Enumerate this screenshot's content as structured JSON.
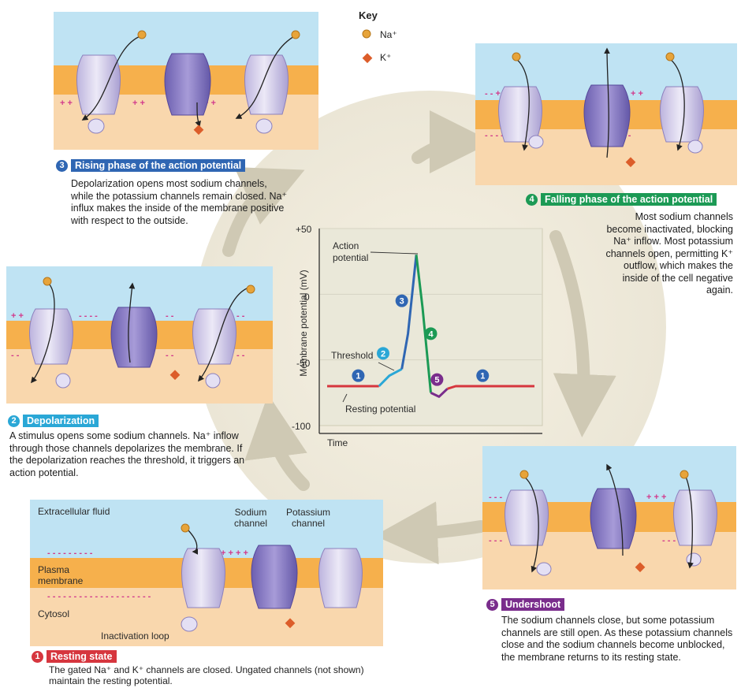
{
  "key": {
    "title": "Key",
    "na": "Na⁺",
    "k": "K⁺"
  },
  "colors": {
    "na": "#e7a43a",
    "k": "#dc5d2a",
    "rest": "#d6363e",
    "depol": "#2aa7d6",
    "rise": "#2f66b3",
    "fall": "#1c9a55",
    "under": "#7a2d8c"
  },
  "panels": {
    "rising": {
      "num": "3",
      "title": "Rising phase of the action potential",
      "text": "Depolarization opens most sodium channels, while the potassium channels remain closed. Na⁺ influx makes the inside of the membrane positive with respect to the outside."
    },
    "falling": {
      "num": "4",
      "title": "Falling phase of the action potential",
      "text": "Most sodium channels become inactivated, blocking Na⁺ inflow. Most potassium channels open, permitting K⁺ outflow, which makes the inside of the cell negative again."
    },
    "depol": {
      "num": "2",
      "title": "Depolarization",
      "text": "A stimulus opens some sodium channels. Na⁺ inflow through those channels depolarizes the membrane. If the depolarization reaches the threshold, it triggers an action potential."
    },
    "under": {
      "num": "5",
      "title": "Undershoot",
      "text": "The sodium channels close, but some potassium channels are still open. As these potassium channels close and the sodium channels become unblocked, the membrane returns to its resting state."
    },
    "resting": {
      "num": "1",
      "title": "Resting state",
      "text": "The gated Na⁺ and K⁺ channels are closed. Ungated channels (not shown) maintain the resting potential."
    }
  },
  "labels": {
    "extracellular": "Extracellular fluid",
    "plasma": "Plasma membrane",
    "cytosol": "Cytosol",
    "sodium": "Sodium channel",
    "potassium": "Potassium channel",
    "loop": "Inactivation loop"
  },
  "chart_data": {
    "type": "line",
    "ylabel": "Membrane potential (mV)",
    "xlabel": "Time",
    "ylim": [
      -100,
      50
    ],
    "yticks": [
      "+50",
      "0",
      "-50",
      "-100"
    ],
    "annotations": {
      "action": "Action potential",
      "threshold": "Threshold",
      "resting": "Resting potential"
    },
    "phase_markers": [
      "1",
      "2",
      "3",
      "4",
      "5",
      "1"
    ],
    "series": [
      {
        "phase": "resting",
        "color": "#d6363e",
        "points": [
          [
            0,
            -70
          ],
          [
            0.25,
            -70
          ]
        ]
      },
      {
        "phase": "depolarization",
        "color": "#2aa7d6",
        "points": [
          [
            0.25,
            -70
          ],
          [
            0.3,
            -62
          ],
          [
            0.36,
            -57
          ]
        ]
      },
      {
        "phase": "rising",
        "color": "#2f66b3",
        "points": [
          [
            0.36,
            -57
          ],
          [
            0.39,
            -30
          ],
          [
            0.43,
            30
          ]
        ]
      },
      {
        "phase": "falling",
        "color": "#1c9a55",
        "points": [
          [
            0.43,
            30
          ],
          [
            0.46,
            -10
          ],
          [
            0.5,
            -75
          ]
        ]
      },
      {
        "phase": "undershoot",
        "color": "#7a2d8c",
        "points": [
          [
            0.5,
            -75
          ],
          [
            0.54,
            -78
          ],
          [
            0.58,
            -72
          ]
        ]
      },
      {
        "phase": "resting",
        "color": "#d6363e",
        "points": [
          [
            0.58,
            -72
          ],
          [
            0.62,
            -70
          ],
          [
            1,
            -70
          ]
        ]
      }
    ]
  }
}
